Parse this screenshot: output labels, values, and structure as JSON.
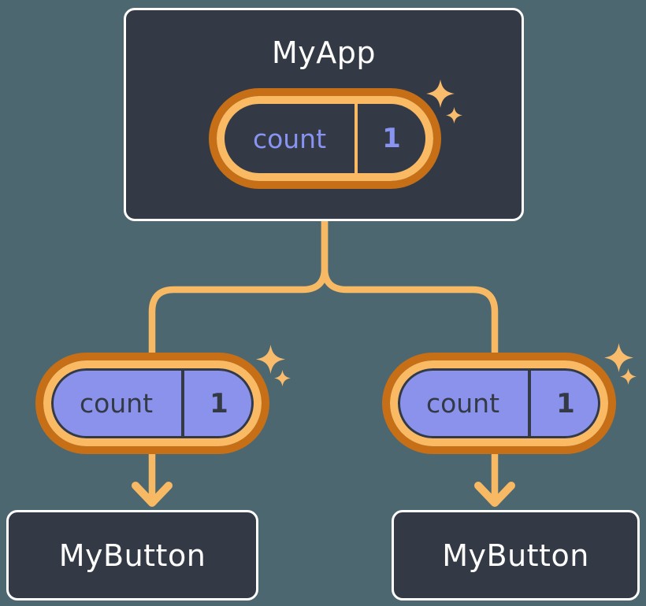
{
  "diagram": {
    "description": "Component tree where parent state is shared with children",
    "root": {
      "title": "MyApp",
      "state": {
        "name": "count",
        "value": "1"
      }
    },
    "children": [
      {
        "title": "MyButton",
        "state": {
          "name": "count",
          "value": "1"
        }
      },
      {
        "title": "MyButton",
        "state": {
          "name": "count",
          "value": "1"
        }
      }
    ]
  },
  "icons": {
    "sparkle": "four-point-star",
    "arrowhead": "chevron-down"
  },
  "colors": {
    "background": "#4c6770",
    "node_fill": "#333a45",
    "node_border": "#ffffff",
    "node_title_text": "#ffffff",
    "pill_ring_outer": "#c76f16",
    "pill_ring_inner": "#fab963",
    "pill_fill_child": "#8a92ec",
    "state_text_root": "#8893f2",
    "state_text_child": "#333a45",
    "connector": "#f7b963",
    "sparkle": "#f8bc6c"
  }
}
